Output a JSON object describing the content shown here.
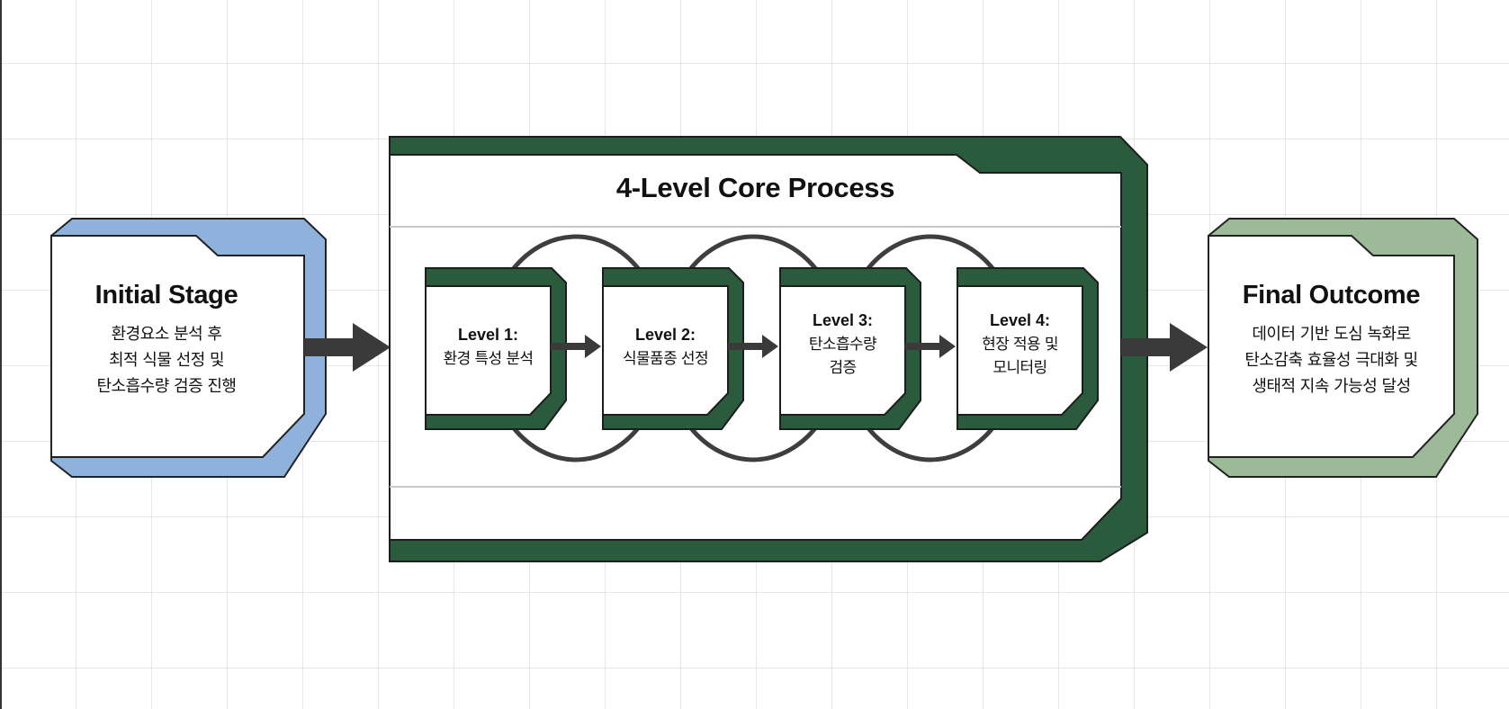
{
  "colors": {
    "initial": "#8fb2dd",
    "core": "#2b5b3d",
    "final": "#9cba98",
    "arrow": "#3a3a3a",
    "ring": "#3e3e3e"
  },
  "initial_stage": {
    "title": "Initial Stage",
    "lines": [
      "환경요소 분석 후",
      "최적 식물 선정 및",
      "탄소흡수량 검증 진행"
    ]
  },
  "core_process": {
    "title": "4-Level Core Process",
    "levels": [
      {
        "title": "Level 1:",
        "lines": [
          "환경 특성 분석"
        ]
      },
      {
        "title": "Level 2:",
        "lines": [
          "식물품종 선정"
        ]
      },
      {
        "title": "Level 3:",
        "lines": [
          "탄소흡수량",
          "검증"
        ]
      },
      {
        "title": "Level 4:",
        "lines": [
          "현장 적용 및",
          "모니터링"
        ]
      }
    ]
  },
  "final_outcome": {
    "title": "Final Outcome",
    "lines": [
      "데이터 기반 도심 녹화로",
      "탄소감축 효율성 극대화 및",
      "생태적 지속 가능성 달성"
    ]
  },
  "icons": {
    "flow_arrows": "arrow-right-icon",
    "level_links": "chain-ring-icon"
  }
}
